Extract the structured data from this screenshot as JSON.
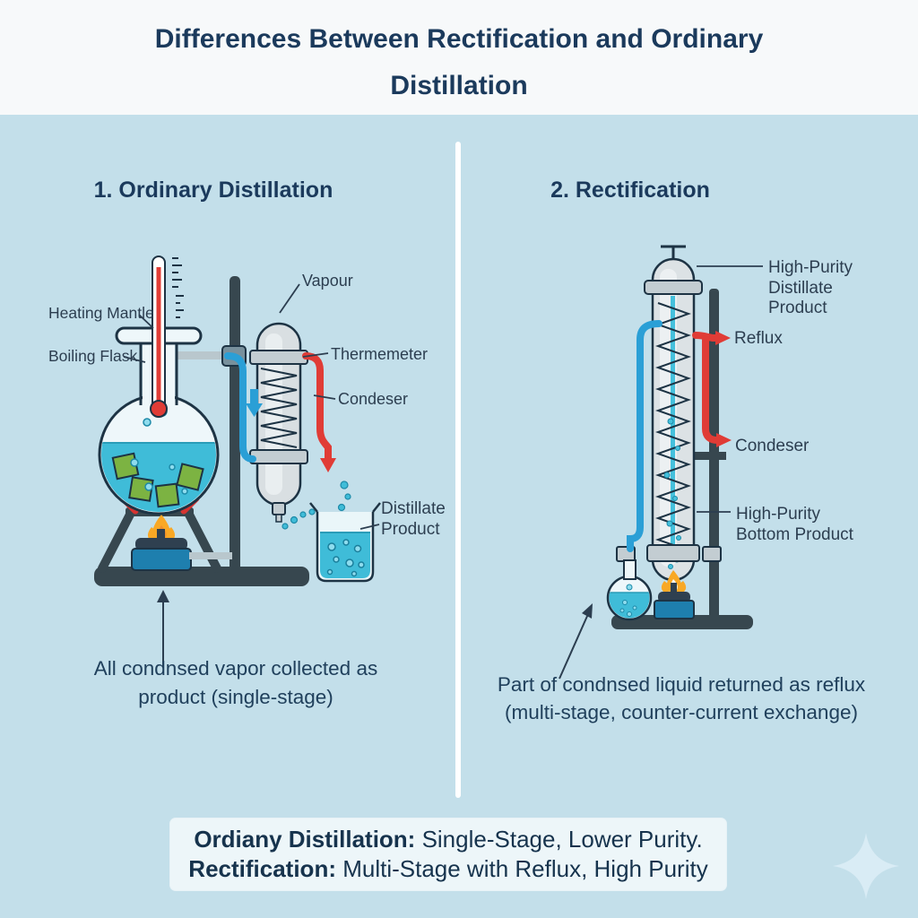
{
  "title": {
    "line1": "Differences Between Rectification and Ordinary",
    "line2": "Distillation"
  },
  "left_panel": {
    "heading": "1. Ordinary Distillation",
    "labels": {
      "heating_mantle": "Heating Mantle",
      "boiling_flask": "Boiling Flask",
      "vapour": "Vapour",
      "thermometer": "Thermemeter",
      "condenser": "Condeser",
      "distillate_line1": "Distillate",
      "distillate_line2": "Product"
    },
    "caption": {
      "line1": "All condnsed vapor collected as",
      "line2": "product (single-stage)"
    }
  },
  "right_panel": {
    "heading": "2. Rectification",
    "labels": {
      "distillate_line1": "High-Purity",
      "distillate_line2": "Distillate",
      "distillate_line3": "Product",
      "reflux": "Reflux",
      "condenser": "Condeser",
      "bottom_line1": "High-Purity",
      "bottom_line2": "Bottom Product"
    },
    "caption": {
      "line1": "Part of condnsed liquid returned as reflux",
      "line2": "(multi-stage, counter-current exchange)"
    }
  },
  "summary": {
    "line1_label": "Ordiany Distillation:",
    "line1_text": " Single-Stage, Lower Purity.",
    "line2_label": "Rectification:",
    "line2_text": " Multi-Stage with Reflux, High Purity"
  },
  "colors": {
    "main_background": "#c3dfea",
    "header_background": "#f7f9fa",
    "title_text": "#1b3a5c",
    "label_text": "#2c3e50",
    "liquid_teal": "#3fbcd8",
    "tube_blue": "#2a9fd6",
    "tube_red": "#e03c36",
    "green_chip": "#7cb342",
    "stand_dark": "#37474f",
    "glass_gray": "#d9dfe2",
    "fitting_gray": "#c3cdd2",
    "burner_blue": "#1e7fae",
    "flame_yellow": "#f9a825",
    "summary_background": "#edf6f9",
    "divider_white": "#ffffff",
    "sparkle": "#d9ecf5"
  }
}
